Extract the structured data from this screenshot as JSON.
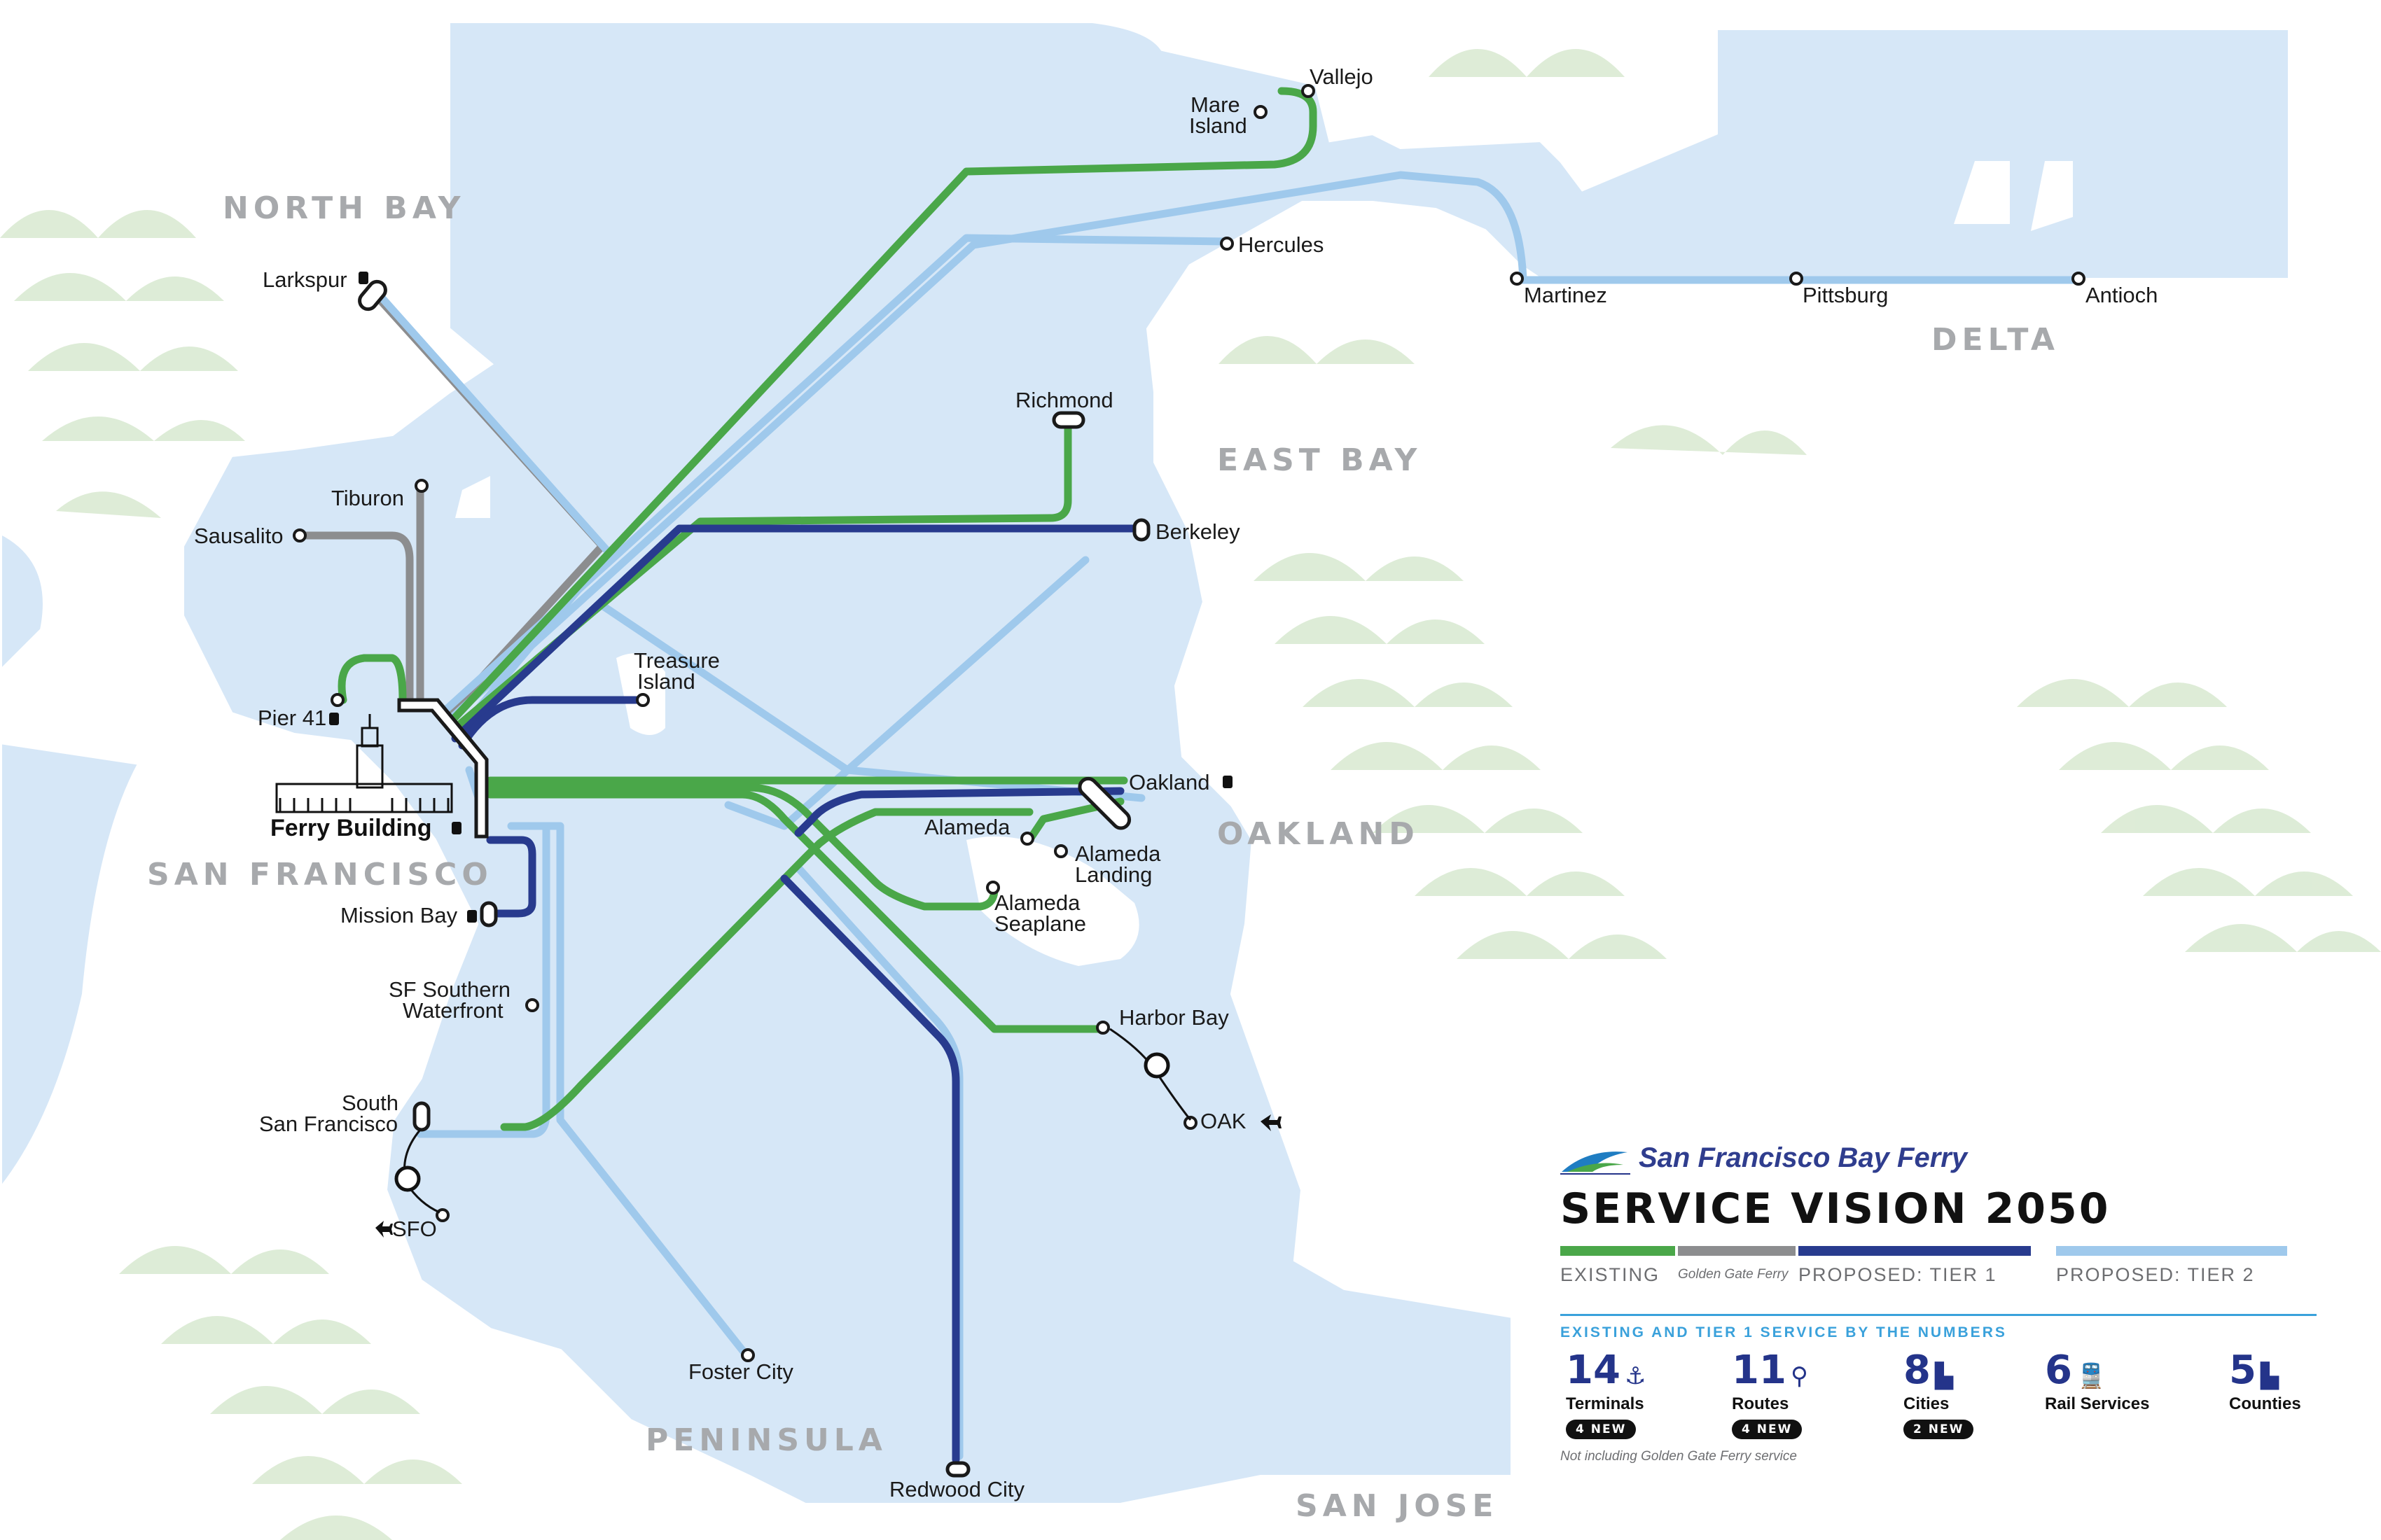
{
  "colors": {
    "water": "#d6e7f7",
    "shore": "#ffffff",
    "existing": "#4aa749",
    "golden_gate": "#8c8d8f",
    "tier1": "#283b8e",
    "tier2": "#9fc9ec",
    "hill": "#dcebd5"
  },
  "regions": {
    "north_bay": "NORTH BAY",
    "east_bay": "EAST BAY",
    "delta": "DELTA",
    "oakland": "OAKLAND",
    "san_francisco": "SAN FRANCISCO",
    "peninsula": "PENINSULA",
    "san_jose": "SAN JOSE"
  },
  "stations": {
    "vallejo": "Vallejo",
    "mare_island_1": "Mare",
    "mare_island_2": "Island",
    "hercules": "Hercules",
    "martinez": "Martinez",
    "pittsburg": "Pittsburg",
    "antioch": "Antioch",
    "larkspur": "Larkspur",
    "richmond": "Richmond",
    "tiburon": "Tiburon",
    "sausalito": "Sausalito",
    "berkeley": "Berkeley",
    "treasure_island_1": "Treasure",
    "treasure_island_2": "Island",
    "pier41": "Pier 41",
    "ferry_building": "Ferry Building",
    "oakland": "Oakland",
    "alameda": "Alameda",
    "alameda_landing_1": "Alameda",
    "alameda_landing_2": "Landing",
    "alameda_seaplane_1": "Alameda",
    "alameda_seaplane_2": "Seaplane",
    "mission_bay": "Mission Bay",
    "sf_southern_waterfront_1": "SF Southern",
    "sf_southern_waterfront_2": "Waterfront",
    "harbor_bay": "Harbor Bay",
    "oak": "OAK",
    "south_sf_1": "South",
    "south_sf_2": "San Francisco",
    "sfo": "SFO",
    "foster_city": "Foster City",
    "redwood_city": "Redwood City"
  },
  "legend": {
    "brand": "San Francisco Bay Ferry",
    "title": "SERVICE VISION 2050",
    "existing": "EXISTING",
    "golden_gate": "Golden Gate Ferry",
    "tier1": "PROPOSED: TIER 1",
    "tier2": "PROPOSED: TIER 2",
    "numbers_heading": "EXISTING AND TIER 1 SERVICE BY THE NUMBERS",
    "footnote": "Not including Golden Gate Ferry service"
  },
  "stats": [
    {
      "value": "14",
      "icon": "anchor-icon",
      "glyph": "⚓",
      "label": "Terminals",
      "badge": "4 NEW"
    },
    {
      "value": "11",
      "icon": "route-pin-icon",
      "glyph": "⚲",
      "label": "Routes",
      "badge": "4 NEW"
    },
    {
      "value": "8",
      "icon": "city-icon",
      "glyph": "▙",
      "label": "Cities",
      "badge": "2 NEW"
    },
    {
      "value": "6",
      "icon": "train-icon",
      "glyph": "🚆",
      "label": "Rail Services",
      "badge": ""
    },
    {
      "value": "5",
      "icon": "county-buildings-icon",
      "glyph": "▙",
      "label": "Counties",
      "badge": ""
    }
  ]
}
